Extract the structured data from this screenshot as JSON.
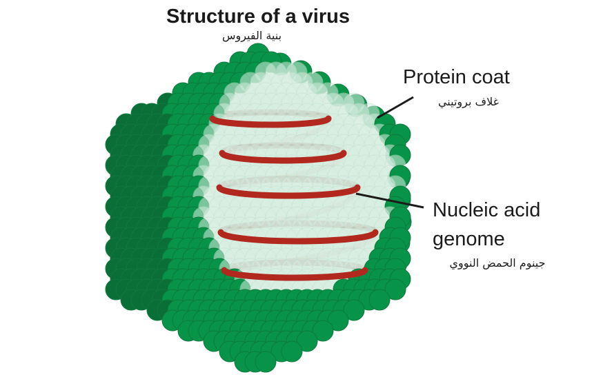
{
  "title": "Structure of a virus",
  "title_ar": "بنية الفيروس",
  "labels": {
    "protein_coat": "Protein coat",
    "protein_coat_ar": "غلاف بروتيني",
    "genome_line1": "Nucleic acid",
    "genome_line2": "genome",
    "genome_ar": "جينوم الحمض النووي"
  },
  "colors": {
    "capsomere": "#079448",
    "capsomere_dark": "#0a6e37",
    "capsomere_edge": "#0d7a3e",
    "genome": "#b0281e",
    "text": "#1a1a1a"
  }
}
